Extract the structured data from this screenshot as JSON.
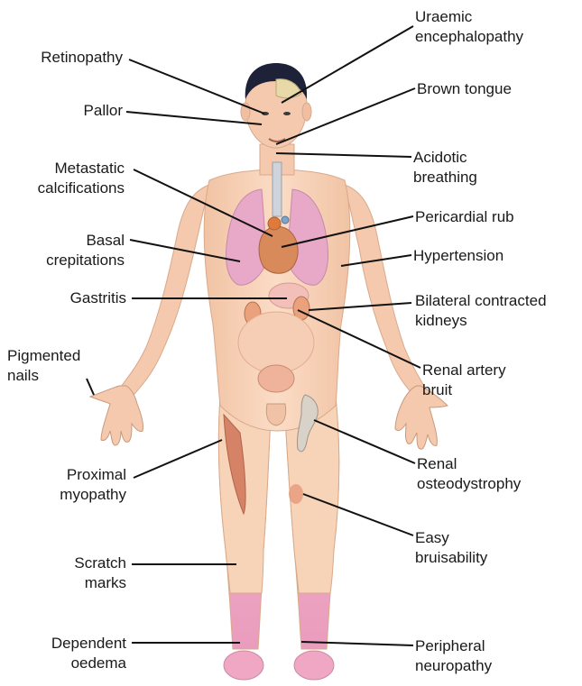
{
  "labels": {
    "retinopathy": "Retinopathy",
    "pallor": "Pallor",
    "metastatic_calcifications": "Metastatic\ncalcifications",
    "basal_crepitations": "Basal\ncrepitations",
    "gastritis": "Gastritis",
    "pigmented_nails": "Pigmented\nnails",
    "proximal_myopathy": "Proximal\nmyopathy",
    "scratch_marks": "Scratch\nmarks",
    "dependent_oedema": "Dependent\noedema",
    "uraemic_encephalopathy": "Uraemic\nencephalopathy",
    "brown_tongue": "Brown tongue",
    "acidotic_breathing": "Acidotic\nbreathing",
    "pericardial_rub": "Pericardial rub",
    "hypertension": "Hypertension",
    "bilateral_contracted_kidneys": "Bilateral contracted\nkidneys",
    "renal_artery_bruit": "Renal artery\nbruit",
    "renal_osteodystrophy": "Renal\nosteodystrophy",
    "easy_bruisability": "Easy\nbruisability",
    "peripheral_neuropathy": "Peripheral\nneuropathy"
  },
  "colors": {
    "skin": "#f7d3b8",
    "skin_shadow": "#e9b797",
    "hair": "#1e2238",
    "lungs": "#e7a9c7",
    "heart": "#d98a5b",
    "kidney": "#e6a07a",
    "legs_pink": "#f0a6c4",
    "leader_line": "#111111"
  }
}
